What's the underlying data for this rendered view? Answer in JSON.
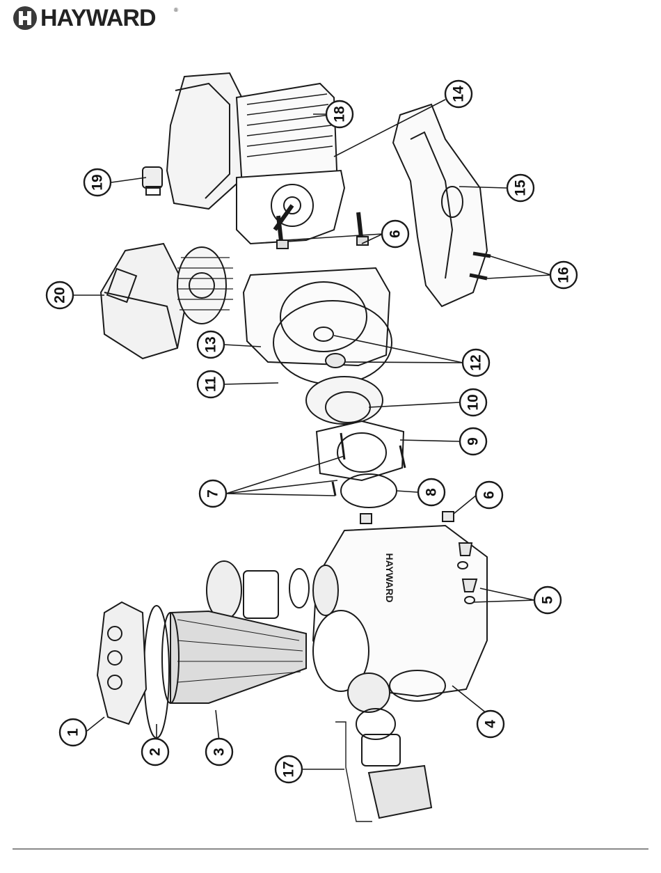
{
  "brand": {
    "name": "HAYWARD",
    "registered_mark": "®"
  },
  "housing_brand_mark": "HAYWARD",
  "callouts": [
    "1",
    "2",
    "3",
    "4",
    "5",
    "6",
    "6",
    "7",
    "8",
    "9",
    "10",
    "11",
    "12",
    "13",
    "14",
    "15",
    "16",
    "17",
    "18",
    "19",
    "20"
  ],
  "colors": {
    "ink": "#1a1a1a",
    "paper": "#ffffff"
  }
}
